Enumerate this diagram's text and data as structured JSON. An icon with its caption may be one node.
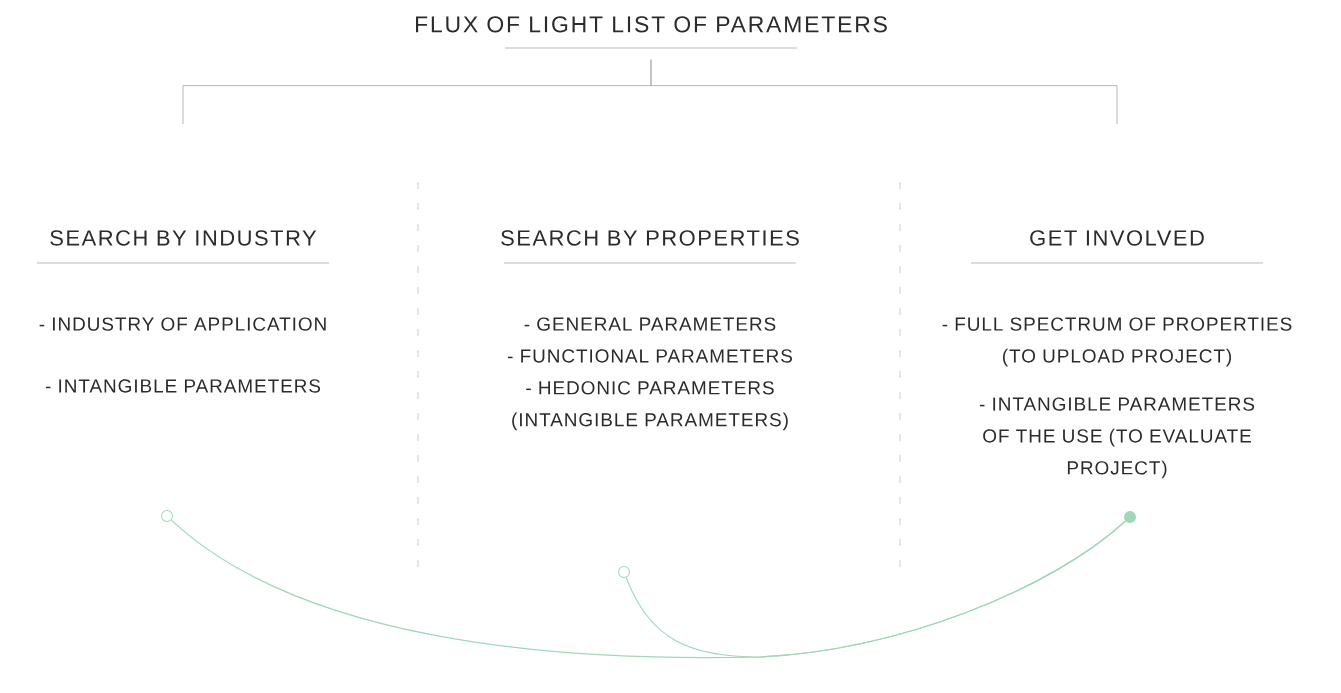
{
  "diagram": {
    "nodes": [
      {
        "text": [
          "FLUX OF LIGHT LIST OF PARAMETERS"
        ]
      },
      {
        "text": [
          "SEARCH BY INDUSTRY",
          "- INDUSTRY OF APPLICATION",
          "- INTANGIBLE PARAMETERS"
        ]
      },
      {
        "text": [
          "SEARCH BY PROPERTIES",
          "- GENERAL PARAMETERS",
          "- FUNCTIONAL PARAMETERS",
          "- HEDONIC PARAMETERS (INTANGIBLE PARAMETERS)"
        ]
      },
      {
        "text": [
          "GET INVOLVED",
          "- FULL SPECTRUM OF PROPERTIES (TO UPLOAD PROJECT)",
          "- INTANGIBLE PARAMETERS OF THE USE (TO EVALUATE PROJECT)"
        ]
      },
      {
        "text": [],
        "shape": "circle"
      },
      {
        "text": [],
        "shape": "circle"
      },
      {
        "text": [],
        "shape": "dot"
      }
    ],
    "edges": [
      {
        "from": 0,
        "to": 1,
        "arrow": "none"
      },
      {
        "from": 0,
        "to": 3,
        "arrow": "none"
      },
      {
        "from": 4,
        "to": 6,
        "arrow": "none",
        "color": "#9fd8b8"
      },
      {
        "from": 5,
        "to": 6,
        "arrow": "none",
        "color": "#9fd8b8"
      }
    ]
  }
}
